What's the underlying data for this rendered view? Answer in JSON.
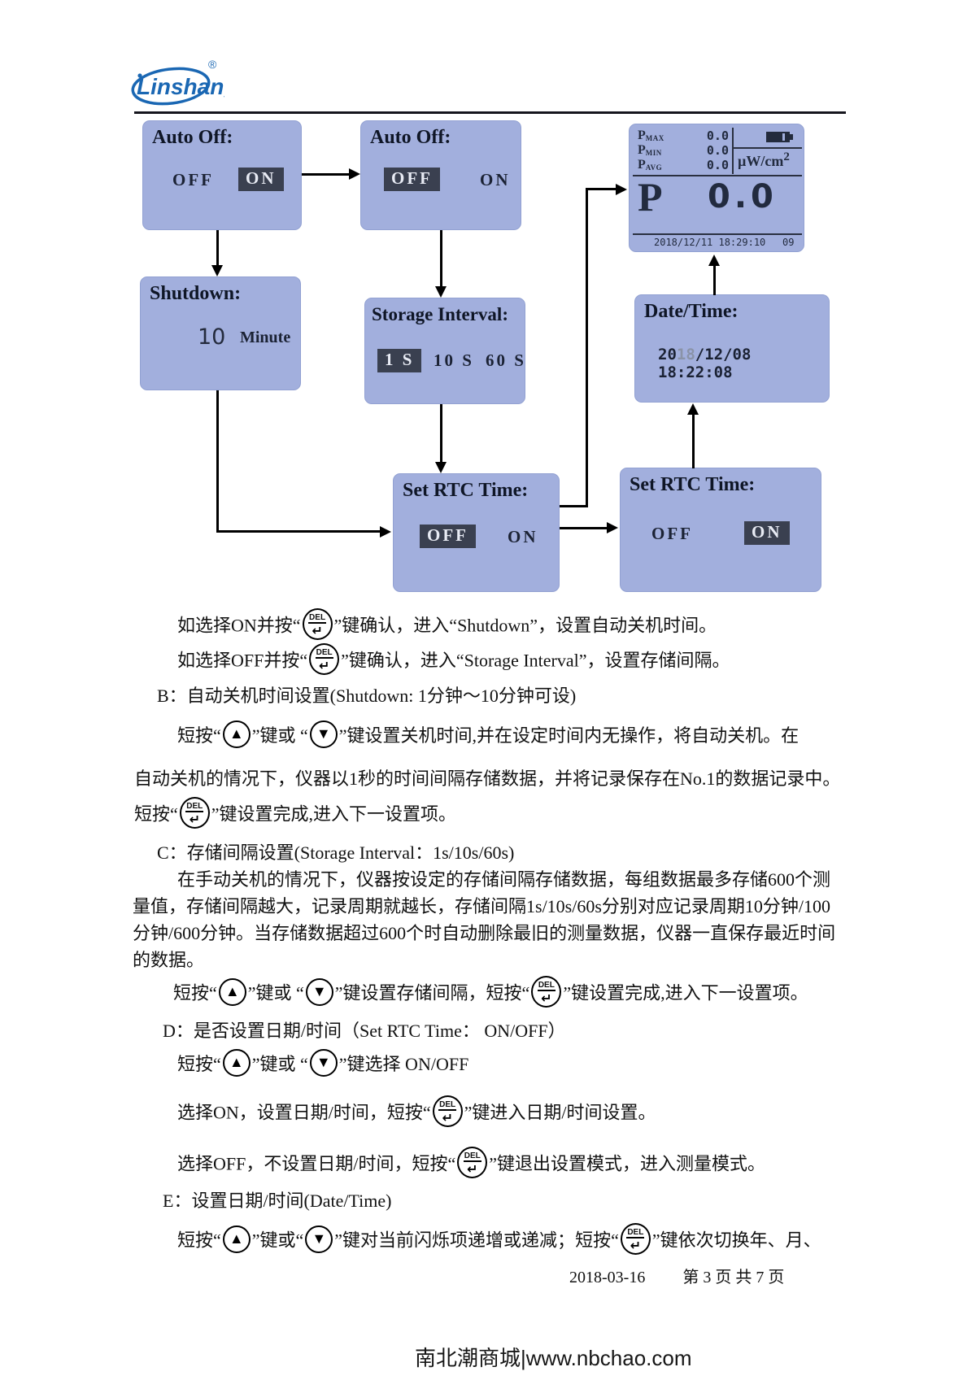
{
  "logo": {
    "text": "Linshang",
    "reg": "®"
  },
  "colors": {
    "box_fill": "#a2afdd",
    "chip_bg": "#3a4050",
    "logo_blue": "#1a67b3"
  },
  "flowchart": {
    "auto_off_1": {
      "title": "Auto Off:",
      "off": "OFF",
      "on": "ON",
      "selected": "ON"
    },
    "auto_off_2": {
      "title": "Auto Off:",
      "off": "OFF",
      "on": "ON",
      "selected": "OFF"
    },
    "display": {
      "rows": [
        {
          "label": "P",
          "sub": "MAX",
          "value": "0.0"
        },
        {
          "label": "P",
          "sub": "MIN",
          "value": "0.0"
        },
        {
          "label": "P",
          "sub": "AVG",
          "value": "0.0"
        }
      ],
      "unit": "µW/cm",
      "unit_sup": "2",
      "main_label": "P",
      "main_value": "0.0",
      "datetime": "2018/12/11 18:29:10",
      "record": "09"
    },
    "shutdown": {
      "title": "Shutdown:",
      "value": "10",
      "unit": "Minute"
    },
    "storage": {
      "title": "Storage Interval:",
      "opt1": "1 S",
      "opt2": "10 S",
      "opt3": "60 S",
      "selected": "1 S"
    },
    "datetime_box": {
      "title": "Date/Time:",
      "date_pre": "20",
      "date_blink": "18",
      "date_rest": "/12/08 18:22:08"
    },
    "rtc_off": {
      "title": "Set RTC Time:",
      "off": "OFF",
      "on": "ON",
      "selected": "OFF"
    },
    "rtc_on": {
      "title": "Set RTC Time:",
      "off": "OFF",
      "on": "ON",
      "selected": "ON"
    }
  },
  "icons": {
    "del_label": "DEL",
    "enter_glyph": "↵",
    "up_glyph": "▲",
    "down_glyph": "▼"
  },
  "body": {
    "p1": {
      "pre": "如选择ON并按“",
      "post": "”键确认，进入“Shutdown”，设置自动关机时间。"
    },
    "p2": {
      "pre": "如选择OFF并按“",
      "post": "”键确认，进入“Storage Interval”，设置存储间隔。"
    },
    "p3": "B：自动关机时间设置(Shutdown: 1分钟～10分钟可设)",
    "p4": {
      "s1": "短按“",
      "s2": "”键或 “",
      "s3": "”键设置关机时间,并在设定时间内无操作，将自动关机。在"
    },
    "p5": "自动关机的情况下，仪器以1秒的时间间隔存储数据，并将记录保存在No.1的数据记录中。",
    "p6": {
      "s1": "短按“",
      "s2": "”键设置完成,进入下一设置项。"
    },
    "p7": "C：存储间隔设置(Storage Interval：1s/10s/60s)",
    "p8": "在手动关机的情况下，仪器按设定的存储间隔存储数据，每组数据最多存储600个测",
    "p9": "量值，存储间隔越大，记录周期就越长，存储间隔1s/10s/60s分别对应记录周期10分钟/100",
    "p10": "分钟/600分钟。当存储数据超过600个时自动删除最旧的测量数据，仪器一直保存最近时间",
    "p11": "的数据。",
    "p12": {
      "s1": "短按“",
      "s2": "”键或 “",
      "s3": "”键设置存储间隔，短按“",
      "s4": "”键设置完成,进入下一设置项。"
    },
    "p13": "D：是否设置日期/时间（Set RTC Time： ON/OFF）",
    "p14": {
      "s1": "短按“",
      "s2": "”键或 “",
      "s3": "”键选择 ON/OFF"
    },
    "p15": {
      "s1": "选择ON，设置日期/时间，短按“",
      "s2": "”键进入日期/时间设置。"
    },
    "p16": {
      "s1": "选择OFF，不设置日期/时间，短按“",
      "s2": "”键退出设置模式，进入测量模式。"
    },
    "p17": "E：设置日期/时间(Date/Time)",
    "p18": {
      "s1": "短按“",
      "s2": "”键或“",
      "s3": "”键对当前闪烁项递增或递减；短按“",
      "s4": "”键依次切换年、月、"
    }
  },
  "footer": {
    "date": "2018-03-16",
    "page": "第 3 页 共 7 页"
  },
  "site_bar": {
    "text": "南北潮商城|www.nbchao.com"
  }
}
